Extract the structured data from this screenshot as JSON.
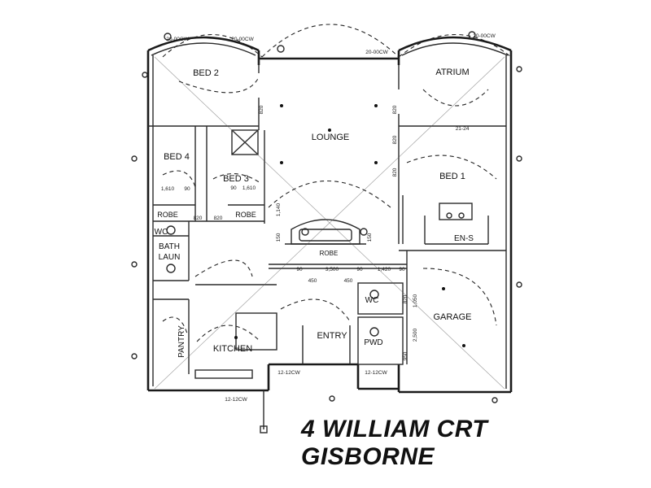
{
  "plan": {
    "rooms": {
      "bed2": "BED 2",
      "atrium": "ATRIUM",
      "lounge": "LOUNGE",
      "bed4": "BED 4",
      "bed3": "BED 3",
      "bed1": "BED 1",
      "robe_bed4": "ROBE",
      "robe_bed3": "ROBE",
      "robe_lounge": "ROBE",
      "wc_left": "WC",
      "bath": "BATH",
      "laun": "LAUN",
      "ens": "EN-S",
      "wc_right": "WC",
      "garage": "GARAGE",
      "pantry": "PANTRY",
      "kitchen": "KITCHEN",
      "entry": "ENTRY",
      "pwd": "PWD"
    },
    "dimensions": {
      "bed4_width": "1,610",
      "bed4_door": "90",
      "bed3_door": "90",
      "bed3_width": "1,610",
      "lounge_1140": "1,140",
      "robe_150a": "150",
      "robe_150b": "150",
      "hall_3500": "3,500",
      "hall_1420": "1,420",
      "hall_90a": "90",
      "hall_90b": "90",
      "hall_90c": "90",
      "entry_450a": "450",
      "entry_450b": "450",
      "garage_2500": "2,500",
      "garage_950": "950",
      "garage_1050": "1,050",
      "garage_820": "820",
      "door_820a": "820",
      "door_820b": "820",
      "door_820c": "820",
      "door_820d": "820",
      "door_820e": "820",
      "door_820f": "820",
      "atrium_2124": "21-24",
      "top_a": "20-00CW",
      "top_b": "20-00CW",
      "top_c": "20-00CW",
      "top_d": "20-00CW",
      "bottom_a": "12-12CW",
      "bottom_b": "12-12CW",
      "bottom_c": "12-12CW"
    }
  },
  "caption": {
    "line1": "4 WILLIAM CRT",
    "line2": "GISBORNE"
  }
}
